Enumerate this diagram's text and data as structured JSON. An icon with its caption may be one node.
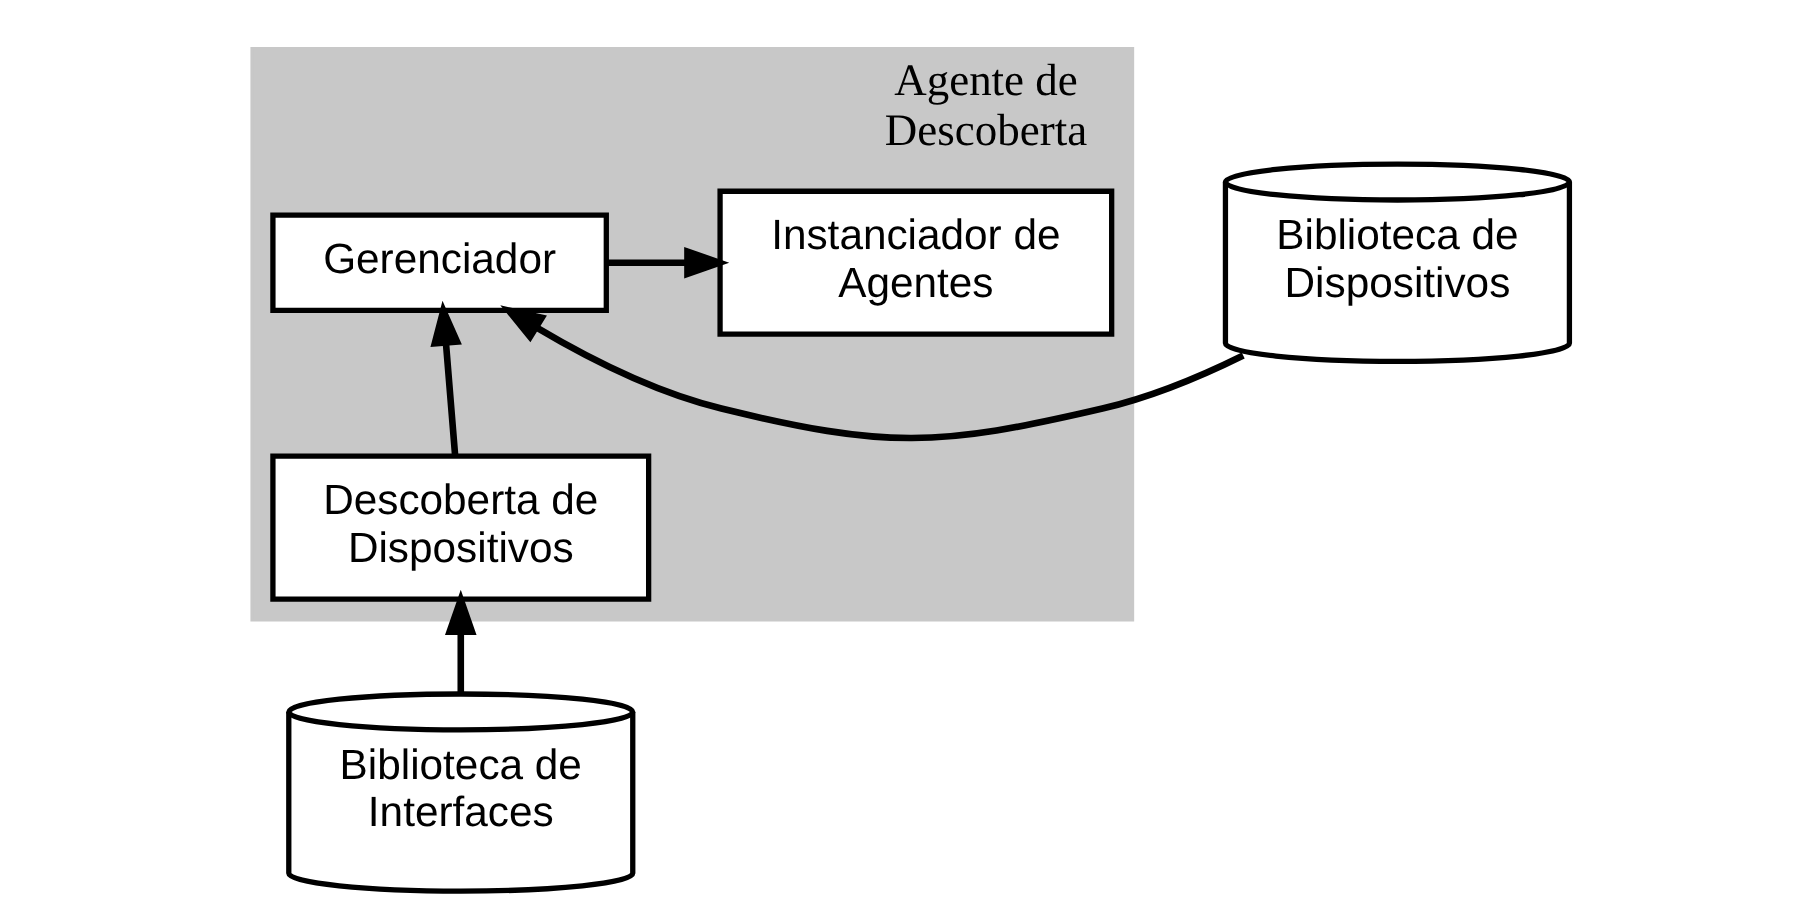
{
  "diagram": {
    "nodes": [
      {
        "text": [
          "Agente de Descoberta"
        ]
      },
      {
        "text": [
          "Biblioteca de Dispositivos"
        ]
      },
      {
        "text": [
          "Gerenciador"
        ],
        "in": 0
      },
      {
        "text": [
          "Instanciador de Agentes"
        ],
        "in": 0
      },
      {
        "text": [
          "Descoberta de Dispositivos"
        ],
        "in": 0
      },
      {
        "text": [
          "Biblioteca de Interfaces"
        ]
      }
    ],
    "edges": [
      {
        "from": 1,
        "to": 2,
        "arrow": "to"
      },
      {
        "from": 2,
        "to": 3,
        "arrow": "to"
      },
      {
        "from": 4,
        "to": 2,
        "arrow": "to"
      },
      {
        "from": 5,
        "to": 4,
        "arrow": "to"
      }
    ]
  }
}
